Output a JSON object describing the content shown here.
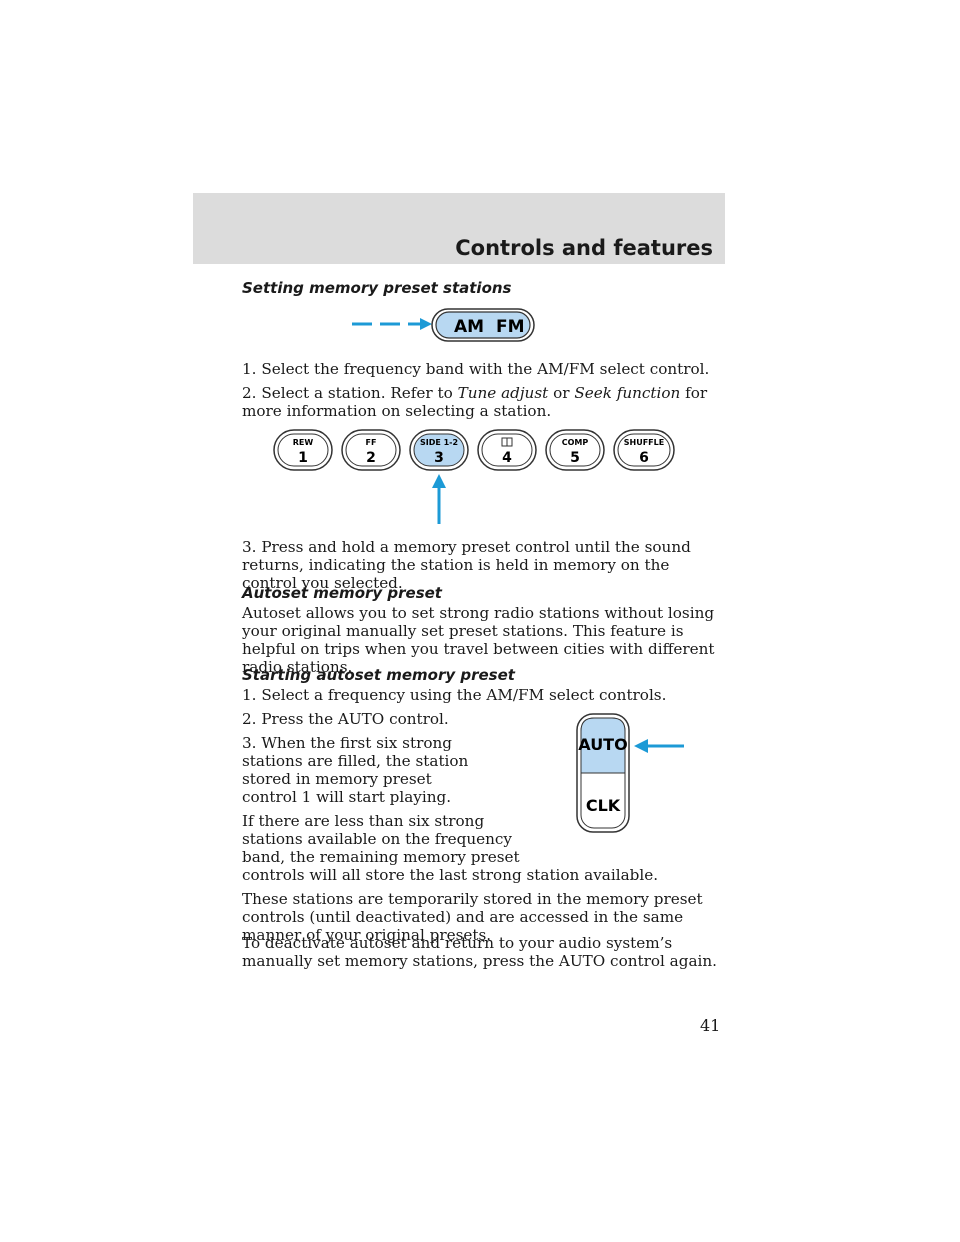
{
  "header": {
    "title": "Controls and features"
  },
  "section1": {
    "heading": "Setting memory preset stations",
    "step1": "1. Select the frequency band with the AM/FM select control.",
    "step2_prefix": "2. Select a station. Refer to ",
    "step2_link1": "Tune adjust",
    "step2_mid": " or ",
    "step2_link2": "Seek function",
    "step2_suffix": " for more information on selecting a station.",
    "step3": "3. Press and hold a memory preset control until the sound returns, indicating the station is held in memory on the control you selected."
  },
  "amfm_figure": {
    "left_label": "AM",
    "right_label": "FM"
  },
  "preset_figure": {
    "buttons": [
      {
        "top": "REW",
        "number": "1"
      },
      {
        "top": "FF",
        "number": "2"
      },
      {
        "top": "SIDE 1-2",
        "number": "3"
      },
      {
        "top": "",
        "number": "4"
      },
      {
        "top": "COMP",
        "number": "5"
      },
      {
        "top": "SHUFFLE",
        "number": "6"
      }
    ]
  },
  "section2": {
    "heading": "Autoset memory preset",
    "body": "Autoset allows you to set strong radio stations without losing your original manually set preset stations. This feature is helpful on trips when you travel between cities with different radio stations."
  },
  "section3": {
    "heading": "Starting autoset memory preset",
    "step1": "1. Select a frequency using the AM/FM select controls.",
    "step2": "2. Press the AUTO control.",
    "step3": "3. When the first six strong stations are filled, the station stored in memory preset control 1 will start playing.",
    "para_less_lines": [
      "If there are less than six strong",
      "stations available on the frequency",
      "band, the remaining memory preset",
      "controls will all store the last strong station available."
    ],
    "para_temp": "These stations are temporarily stored in the memory preset controls (until deactivated) and are accessed in the same manner of your original presets.",
    "para_deactivate": "To deactivate autoset and return to your audio system’s manually set memory stations, press the AUTO control again."
  },
  "auto_figure": {
    "top_label": "AUTO",
    "bottom_label": "CLK"
  },
  "colors": {
    "highlight": "#b8d8f2",
    "arrow": "#1c9ad6",
    "header_band": "#dcdcdc"
  },
  "page_number": "41"
}
